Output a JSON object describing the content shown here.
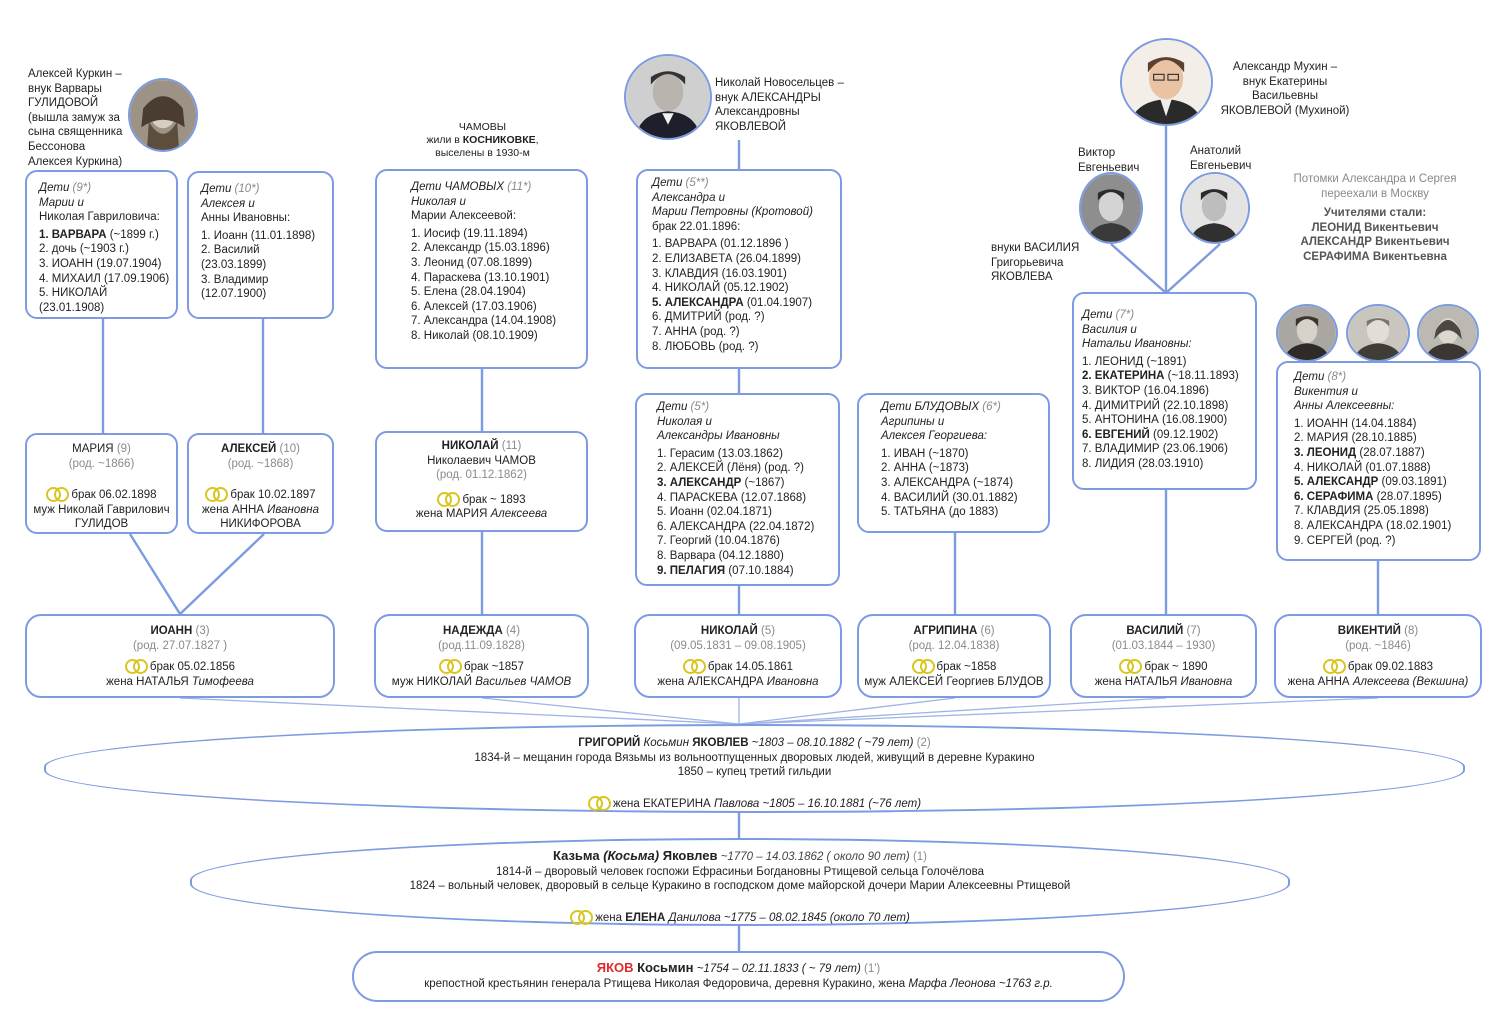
{
  "colors": {
    "line": "#7c9be0",
    "gray": "#8a8a8a",
    "red": "#e02b2b",
    "ring": "#d8c51d"
  },
  "kurkin": {
    "lines": [
      "Алексей Куркин –",
      "внук Варвары",
      "ГУЛИДОВОЙ",
      "(вышла замуж за",
      "сына священника",
      "Бессонова",
      "Алексея Куркина)"
    ]
  },
  "chamovy": {
    "line1": "ЧАМОВЫ",
    "line2a": "жили в ",
    "line2b": "КОСНИКОВКЕ",
    "line2c": ",",
    "line3": "выселены в 1930-м"
  },
  "novoseltsev": {
    "lines": [
      "Николай Новосельцев –",
      "внук АЛЕКСАНДРЫ",
      "Александровны",
      "ЯКОВЛЕВОЙ"
    ]
  },
  "mukhin": {
    "lines": [
      "Александр Мухин –",
      "внук Екатерины",
      "Васильевны",
      "ЯКОВЛЕВОЙ (Мухиной)"
    ]
  },
  "viktor": {
    "lines": [
      "Виктор",
      "Евгеньевич"
    ]
  },
  "anatoly": {
    "lines": [
      "Анатолий",
      "Евгеньевич"
    ]
  },
  "vnuki_vasiliya": {
    "lines": [
      "внуки ВАСИЛИЯ",
      "Григорьевича",
      "ЯКОВЛЕВА"
    ]
  },
  "moscow": {
    "lines": [
      "Потомки Александра и Сергея",
      "переехали в Москву"
    ],
    "teachers_title": "Учителями стали:",
    "teachers": [
      "ЛЕОНИД Викентьевич",
      "АЛЕКСАНДР Викентьевич",
      "СЕРАФИМА Викентьевна"
    ]
  },
  "children_boxes": {
    "maria": {
      "head": "Дети",
      "count": "(9*)",
      "l2": "Марии и",
      "l3": "Николая Гавриловича:",
      "items": [
        {
          "bold": "1. ВАРВАРА",
          "rest": " (~1899 г.)"
        },
        {
          "bold": "",
          "rest": "2. дочь (~1903 г.)"
        },
        {
          "bold": "",
          "rest": "3. ИОАНН (19.07.1904)"
        },
        {
          "bold": "",
          "rest": "4. МИХАИЛ (17.09.1906)"
        },
        {
          "bold": "",
          "rest": "5. НИКОЛАЙ (23.01.1908)"
        }
      ]
    },
    "aleksey": {
      "head": "Дети",
      "count": "(10*)",
      "l2": "Алексея и",
      "l3": "Анны Ивановны:",
      "items": [
        {
          "bold": "",
          "rest": "1. Иоанн (11.01.1898)"
        },
        {
          "bold": "",
          "rest": "2. Василий (23.03.1899)"
        },
        {
          "bold": "",
          "rest": "3. Владимир (12.07.1900)"
        }
      ]
    },
    "nikolay11": {
      "head": "Дети ЧАМОВЫХ",
      "count": "(11*)",
      "l2": "Николая и",
      "l3": "Марии Алексеевой:",
      "items": [
        {
          "bold": "",
          "rest": "1. Иосиф (19.11.1894)"
        },
        {
          "bold": "",
          "rest": "2. Александр (15.03.1896)"
        },
        {
          "bold": "",
          "rest": "3. Леонид (07.08.1899)"
        },
        {
          "bold": "",
          "rest": "4. Параскева (13.10.1901)"
        },
        {
          "bold": "",
          "rest": "5. Елена (28.04.1904)"
        },
        {
          "bold": "",
          "rest": "6. Алексей (17.03.1906)"
        },
        {
          "bold": "",
          "rest": "7. Александра (14.04.1908)"
        },
        {
          "bold": "",
          "rest": "8. Николай (08.10.1909)"
        }
      ]
    },
    "aleksandr5": {
      "head": "Дети",
      "count": "(5**)",
      "l2": "Александра и",
      "l3": "Марии Петровны (Кротовой)",
      "l4": "брак 22.01.1896:",
      "items": [
        {
          "bold": "",
          "rest": "1. ВАРВАРА (01.12.1896 )"
        },
        {
          "bold": "",
          "rest": "2. ЕЛИЗАВЕТА (26.04.1899)"
        },
        {
          "bold": "",
          "rest": "3. КЛАВДИЯ (16.03.1901)"
        },
        {
          "bold": "",
          "rest": "4. НИКОЛАЙ (05.12.1902)"
        },
        {
          "bold": "5. АЛЕКСАНДРА",
          "rest": " (01.04.1907)"
        },
        {
          "bold": "",
          "rest": "6. ДМИТРИЙ (род. ?)"
        },
        {
          "bold": "",
          "rest": "7. АННА (род. ?)"
        },
        {
          "bold": "",
          "rest": "8. ЛЮБОВЬ (род. ?)"
        }
      ]
    },
    "nikolay5": {
      "head": "Дети",
      "count": "(5*)",
      "l2": "Николая и",
      "l3": "Александры Ивановны",
      "items": [
        {
          "bold": "",
          "rest": "1. Герасим (13.03.1862)"
        },
        {
          "bold": "",
          "rest": "2. АЛЕКСЕЙ (Лёня) (род. ?)"
        },
        {
          "bold": "3. АЛЕКСАНДР",
          "rest": " (~1867)"
        },
        {
          "bold": "",
          "rest": "4. ПАРАСКЕВА (12.07.1868)"
        },
        {
          "bold": "",
          "rest": "5. Иоанн (02.04.1871)"
        },
        {
          "bold": "",
          "rest": "6. АЛЕКСАНДРА (22.04.1872)"
        },
        {
          "bold": "",
          "rest": "7. Георгий (10.04.1876)"
        },
        {
          "bold": "",
          "rest": "8. Варвара (04.12.1880)"
        },
        {
          "bold": "9. ПЕЛАГИЯ",
          "rest": " (07.10.1884)"
        }
      ]
    },
    "agripina": {
      "head": "Дети БЛУДОВЫХ",
      "count": "(6*)",
      "l2": "Агрипины и",
      "l3": "Алексея Георгиева:",
      "items": [
        {
          "bold": "",
          "rest": "1. ИВАН (~1870)"
        },
        {
          "bold": "",
          "rest": "2. АННА (~1873)"
        },
        {
          "bold": "",
          "rest": "3. АЛЕКСАНДРА (~1874)"
        },
        {
          "bold": "",
          "rest": "4. ВАСИЛИЙ (30.01.1882)"
        },
        {
          "bold": "",
          "rest": "5. ТАТЬЯНА (до 1883)"
        }
      ]
    },
    "vasiliy": {
      "head": "Дети",
      "count": "(7*)",
      "l2": "Василия и",
      "l3": "Натальи Ивановны:",
      "items": [
        {
          "bold": "",
          "rest": "1. ЛЕОНИД (~1891)"
        },
        {
          "bold": "2. ЕКАТЕРИНА",
          "rest": " (~18.11.1893)"
        },
        {
          "bold": "",
          "rest": "3. ВИКТОР (16.04.1896)"
        },
        {
          "bold": "",
          "rest": "4. ДИМИТРИЙ (22.10.1898)"
        },
        {
          "bold": "",
          "rest": "5. АНТОНИНА (16.08.1900)"
        },
        {
          "bold": "6. ЕВГЕНИЙ",
          "rest": " (09.12.1902)"
        },
        {
          "bold": "",
          "rest": "7. ВЛАДИМИР (23.06.1906)"
        },
        {
          "bold": "",
          "rest": "8. ЛИДИЯ (28.03.1910)"
        }
      ]
    },
    "vikentiy": {
      "head": "Дети",
      "count": "(8*)",
      "l2": "Викентия и",
      "l3": "Анны Алексеевны:",
      "items": [
        {
          "bold": "",
          "rest": "1. ИОАНН (14.04.1884)"
        },
        {
          "bold": "",
          "rest": "2. МАРИЯ (28.10.1885)"
        },
        {
          "bold": "3. ЛЕОНИД",
          "rest": " (28.07.1887)"
        },
        {
          "bold": "",
          "rest": "4. НИКОЛАЙ (01.07.1888)"
        },
        {
          "bold": "5. АЛЕКСАНДР",
          "rest": " (09.03.1891)"
        },
        {
          "bold": "6. СЕРАФИМА",
          "rest": " (28.07.1895)"
        },
        {
          "bold": "",
          "rest": "7. КЛАВДИЯ (25.05.1898)"
        },
        {
          "bold": "",
          "rest": "8. АЛЕКСАНДРА (18.02.1901)"
        },
        {
          "bold": "",
          "rest": "9. СЕРГЕЙ (род. ?)"
        }
      ]
    }
  },
  "gen3": {
    "maria": {
      "name": "МАРИЯ",
      "num": "(9)",
      "born": "(род. ~1866)",
      "marriage": "брак  06.02.1898",
      "spouse1": "муж Николай Гаврилович",
      "spouse2": "ГУЛИДОВ"
    },
    "aleksey": {
      "name": "АЛЕКСЕЙ",
      "num": "(10)",
      "born": "(род. ~1868)",
      "marriage": "брак 10.02.1897",
      "spouse_a": "жена АННА ",
      "spouse_b": "Ивановна",
      "spouse2": "НИКИФОРОВА"
    },
    "nikolay": {
      "name": "НИКОЛАЙ",
      "num": "(11)",
      "patronym": "Николаевич ЧАМОВ",
      "born": "(род. 01.12.1862)",
      "marriage": "брак ~ 1893",
      "spouse_a": "жена МАРИЯ ",
      "spouse_b": "Алексеева"
    }
  },
  "gen2": {
    "ioann": {
      "name": "ИОАНН",
      "num": "(3)",
      "born": "(род. 27.07.1827 )",
      "marriage": "брак 05.02.1856",
      "spouse_a": "жена НАТАЛЬЯ ",
      "spouse_b": "Тимофеева"
    },
    "nadezhda": {
      "name": "НАДЕЖДА",
      "num": "(4)",
      "born": "(род.11.09.1828)",
      "marriage": "брак ~1857",
      "spouse_a": "муж НИКОЛАЙ ",
      "spouse_b": "Васильев ЧАМОВ"
    },
    "nikolay": {
      "name": "НИКОЛАЙ",
      "num": "(5)",
      "born": "(09.05.1831 – 09.08.1905)",
      "marriage": "брак 14.05.1861",
      "spouse_a": "жена АЛЕКСАНДРА ",
      "spouse_b": "Ивановна"
    },
    "agripina": {
      "name": "АГРИПИНА",
      "num": "(6)",
      "born": "(род. 12.04.1838)",
      "marriage": "брак ~1858",
      "spouse_a": "муж АЛЕКСЕЙ Георгиев БЛУДОВ",
      "spouse_b": ""
    },
    "vasiliy": {
      "name": "ВАСИЛИЙ",
      "num": "(7)",
      "born": "(01.03.1844 – 1930)",
      "marriage": "брак ~ 1890",
      "spouse_a": "жена НАТАЛЬЯ ",
      "spouse_b": "Ивановна"
    },
    "vikentiy": {
      "name": "ВИКЕНТИЙ",
      "num": "(8)",
      "born": "(род. ~1846)",
      "marriage": "брак 09.02.1883",
      "spouse_a": "жена АННА ",
      "spouse_b": "Алексеева (Векшина)"
    }
  },
  "grigoriy": {
    "name": "ГРИГОРИЙ",
    "patronym": " Косьмин ",
    "surname": "ЯКОВЛЕВ",
    "dates": " ~1803  – 08.10.1882 ( ~79 лет) ",
    "num": " (2)",
    "line2": "1834-й – мещанин города Вязьмы из вольноотпущенных дворовых людей, живущий в деревне Куракино",
    "line3": "1850 – купец третий гильдии",
    "wife_a": "жена ЕКАТЕРИНА ",
    "wife_b": "Павлова ~1805 – 16.10.1881 (~76 лет)"
  },
  "kazma": {
    "name": "Казьма ",
    "alt": "(Косьма)",
    "surname": " Яковлев",
    "dates": " ~1770  – 14.03.1862 ( около 90 лет) ",
    "num": " (1)",
    "line2": "1814-й – дворовый человек госпожи Ефрасиньи Богдановны Ртищевой сельца Голочёлова",
    "line3": "1824 – вольный человек, дворовый в сельце Куракино в господском доме майорской дочери Марии Алексеевны Ртищевой",
    "wife_a": "жена ",
    "wife_b": "ЕЛЕНА",
    "wife_c": " Данилова  ~1775  – 08.02.1845 (около 70 лет)"
  },
  "yakov": {
    "name": "ЯКОВ",
    "surname": " Косьмин",
    "dates": " ~1754  – 02.11.1833 ( ~ 79 лет) ",
    "num": "(1')",
    "line2a": "крепостной крестьянин генерала Ртищева Николая Федоровича, деревня Куракино, жена ",
    "line2b": "Марфа Леонова  ~1763 г.р."
  }
}
